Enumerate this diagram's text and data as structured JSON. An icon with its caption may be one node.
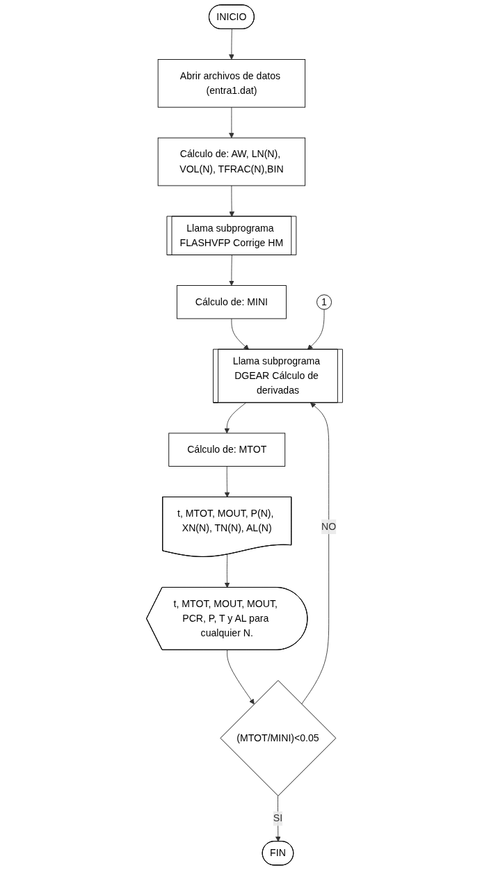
{
  "diagram": {
    "nodes": [
      {
        "text": [
          "INICIO"
        ]
      },
      {
        "text": [
          "Abrir archivos de datos (entra1.dat)"
        ]
      },
      {
        "text": [
          "Cálculo de: AW, LN(N), VOL(N), TFRAC(N),BIN"
        ]
      },
      {
        "text": [
          "Llama subprograma FLASHVFP Corrige HM"
        ]
      },
      {
        "text": [
          "Cálculo de: MINI"
        ]
      },
      {
        "text": [
          "Llama subprograma DGEAR Cálculo de derivadas"
        ]
      },
      {
        "text": [
          "1"
        ]
      },
      {
        "text": [
          "Cálculo de: MTOT"
        ]
      },
      {
        "text": [
          "t, MTOT, MOUT, P(N), XN(N), TN(N), AL(N)"
        ]
      },
      {
        "text": [
          "t, MTOT, MOUT, MOUT, PCR, P, T y AL para cualquier N."
        ]
      },
      {
        "text": [
          "(MTOT/MINI)<0.05"
        ]
      },
      {
        "text": [
          "FIN"
        ]
      }
    ],
    "edges": [
      {
        "from": 0,
        "to": 1,
        "arrow": "to"
      },
      {
        "from": 1,
        "to": 2,
        "arrow": "to"
      },
      {
        "from": 2,
        "to": 3,
        "arrow": "to"
      },
      {
        "from": 3,
        "to": 4,
        "arrow": "to"
      },
      {
        "from": 4,
        "to": 5,
        "arrow": "to"
      },
      {
        "from": 6,
        "to": 5,
        "arrow": "to"
      },
      {
        "from": 5,
        "to": 7,
        "arrow": "to"
      },
      {
        "from": 7,
        "to": 8,
        "arrow": "to"
      },
      {
        "from": 8,
        "to": 9,
        "arrow": "to"
      },
      {
        "from": 9,
        "to": 10,
        "arrow": "to"
      },
      {
        "from": 10,
        "to": 11,
        "label": "SI",
        "arrow": "to"
      },
      {
        "from": 10,
        "to": 5,
        "label": "NO",
        "arrow": "to"
      }
    ]
  }
}
